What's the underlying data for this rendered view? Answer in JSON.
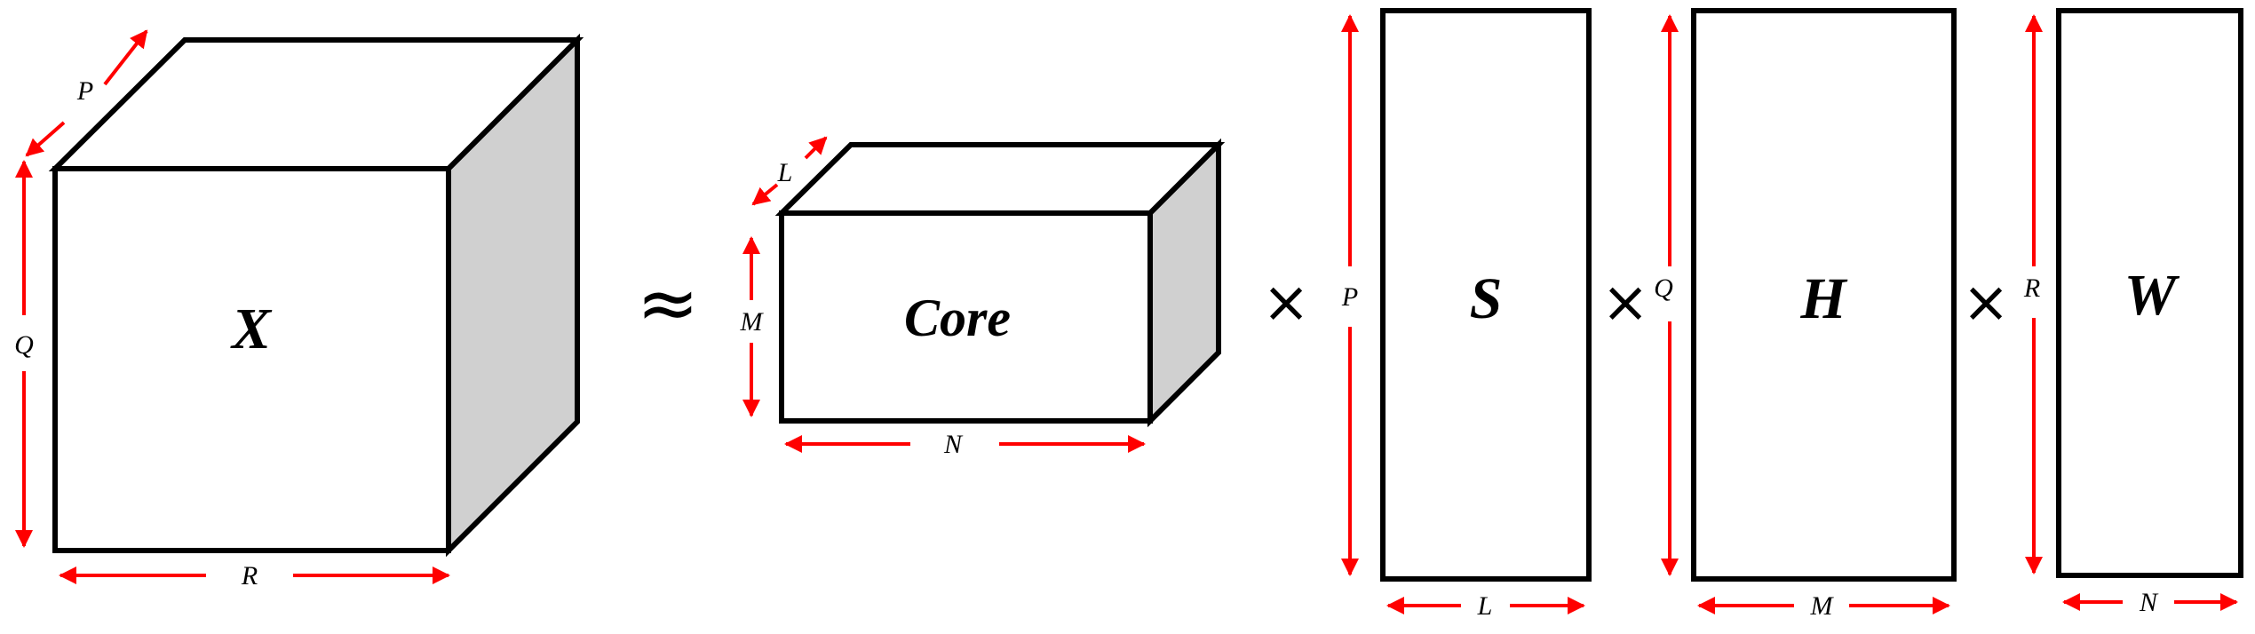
{
  "colors": {
    "arrow": "#ff0000",
    "outline": "#000000",
    "side_face": "#d0d0d0"
  },
  "tensor": {
    "name": "X",
    "dims": {
      "depth": "P",
      "height": "Q",
      "width": "R"
    }
  },
  "approx_symbol": "≈",
  "core": {
    "name": "Core",
    "dims": {
      "depth": "L",
      "height": "M",
      "width": "N"
    }
  },
  "times_symbol": "×",
  "factors": [
    {
      "name": "S",
      "rows": "P",
      "cols": "L"
    },
    {
      "name": "H",
      "rows": "Q",
      "cols": "M"
    },
    {
      "name": "W",
      "rows": "R",
      "cols": "N"
    }
  ]
}
